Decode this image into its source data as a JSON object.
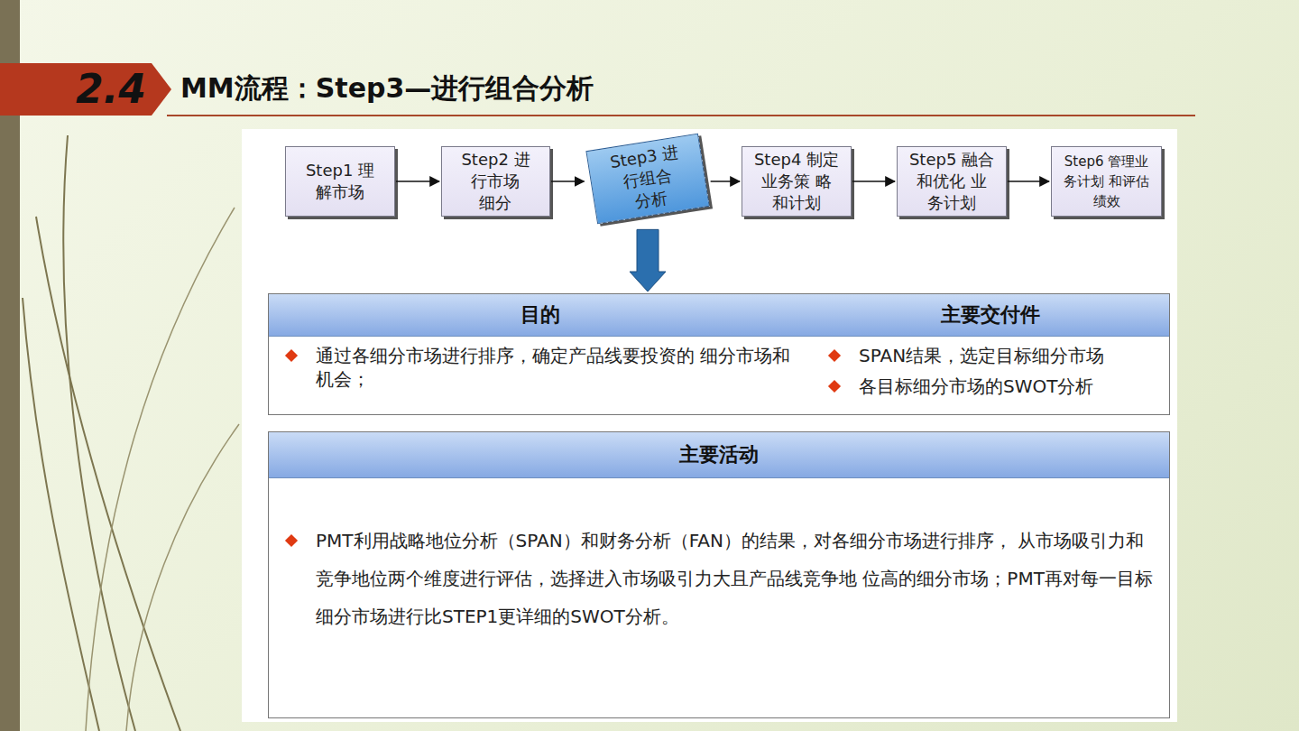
{
  "diagram": {
    "title": "MM流程：Step3—进行组合分析",
    "nodes": [
      {
        "text": [
          "2.4"
        ]
      },
      {
        "text": [
          "Step1 理解市场"
        ]
      },
      {
        "text": [
          "Step2 进行市场 细分"
        ]
      },
      {
        "text": [
          "Step3 进行组合 分析"
        ]
      },
      {
        "text": [
          "Step4 制定业务策 略和计划"
        ]
      },
      {
        "text": [
          "Step5 融合和优化 业务计划"
        ]
      },
      {
        "text": [
          "Step6 管理业务计划 和评估绩效"
        ]
      },
      {
        "text": [
          "目的",
          "通过各细分市场进行排序，确定产品线要投资的 细分市场和机会；"
        ]
      },
      {
        "text": [
          "主要交付件",
          "SPAN结果，选定目标细分市场",
          "各目标细分市场的SWOT分析"
        ]
      },
      {
        "text": [
          "主要活动",
          "PMT利用战略地位分析（SPAN）和财务分析（FAN）的结果，对各细分市场进行排序， 从市场吸引力和竞争地位两个维度进行评估，选择进入市场吸引力大且产品线竞争地 位高的细分市场；PMT再对每一目标细分市场进行比STEP1更详细的SWOT分析。"
        ]
      }
    ],
    "edges": [
      {
        "from": 1,
        "to": 2,
        "arrow": "to"
      },
      {
        "from": 2,
        "to": 3,
        "arrow": "to"
      },
      {
        "from": 3,
        "to": 4,
        "arrow": "to"
      },
      {
        "from": 4,
        "to": 5,
        "arrow": "to"
      },
      {
        "from": 5,
        "to": 6,
        "arrow": "to"
      },
      {
        "from": 3,
        "to": 7,
        "arrow": "to"
      }
    ]
  }
}
